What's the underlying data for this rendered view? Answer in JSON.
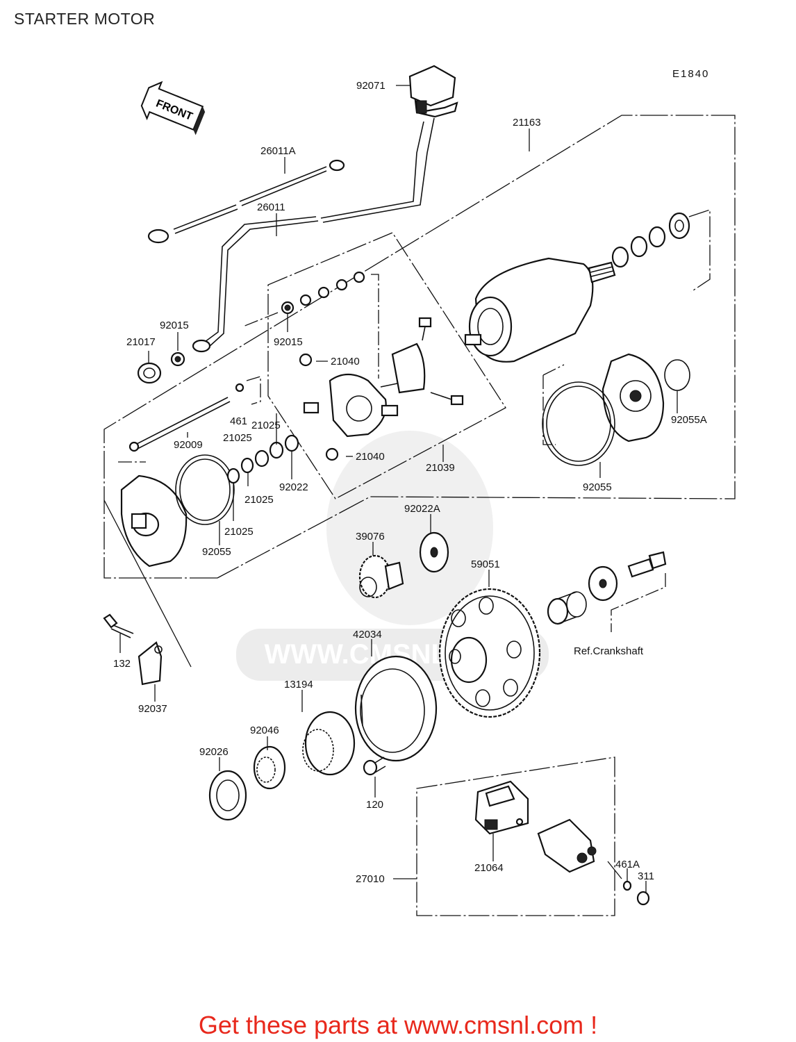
{
  "page": {
    "title": "STARTER MOTOR",
    "footer": "Get these parts at www.cmsnl.com !"
  },
  "diagram": {
    "code": "E1840",
    "front_label": "FRONT",
    "watermark": "WWW.CMSNL.COM",
    "labels": [
      {
        "id": "92071",
        "text": "92071"
      },
      {
        "id": "21163",
        "text": "21163"
      },
      {
        "id": "26011A",
        "text": "26011A"
      },
      {
        "id": "26011",
        "text": "26011"
      },
      {
        "id": "92015a",
        "text": "92015"
      },
      {
        "id": "21017",
        "text": "21017"
      },
      {
        "id": "92015b",
        "text": "92015"
      },
      {
        "id": "21040a",
        "text": "21040"
      },
      {
        "id": "461",
        "text": "461"
      },
      {
        "id": "21025a",
        "text": "21025"
      },
      {
        "id": "92009",
        "text": "92009"
      },
      {
        "id": "21025b",
        "text": "21025"
      },
      {
        "id": "92022",
        "text": "92022"
      },
      {
        "id": "21040b",
        "text": "21040"
      },
      {
        "id": "21039",
        "text": "21039"
      },
      {
        "id": "21025c",
        "text": "21025"
      },
      {
        "id": "21025d",
        "text": "21025"
      },
      {
        "id": "92055a",
        "text": "92055"
      },
      {
        "id": "92055A",
        "text": "92055A"
      },
      {
        "id": "92055b",
        "text": "92055"
      },
      {
        "id": "92022A",
        "text": "92022A"
      },
      {
        "id": "39076",
        "text": "39076"
      },
      {
        "id": "59051",
        "text": "59051"
      },
      {
        "id": "refcrank",
        "text": "Ref.Crankshaft"
      },
      {
        "id": "132",
        "text": "132"
      },
      {
        "id": "92037",
        "text": "92037"
      },
      {
        "id": "42034",
        "text": "42034"
      },
      {
        "id": "13194",
        "text": "13194"
      },
      {
        "id": "92046",
        "text": "92046"
      },
      {
        "id": "92026",
        "text": "92026"
      },
      {
        "id": "120",
        "text": "120"
      },
      {
        "id": "21064",
        "text": "21064"
      },
      {
        "id": "27010",
        "text": "27010"
      },
      {
        "id": "461A",
        "text": "461A"
      },
      {
        "id": "311",
        "text": "311"
      }
    ]
  }
}
